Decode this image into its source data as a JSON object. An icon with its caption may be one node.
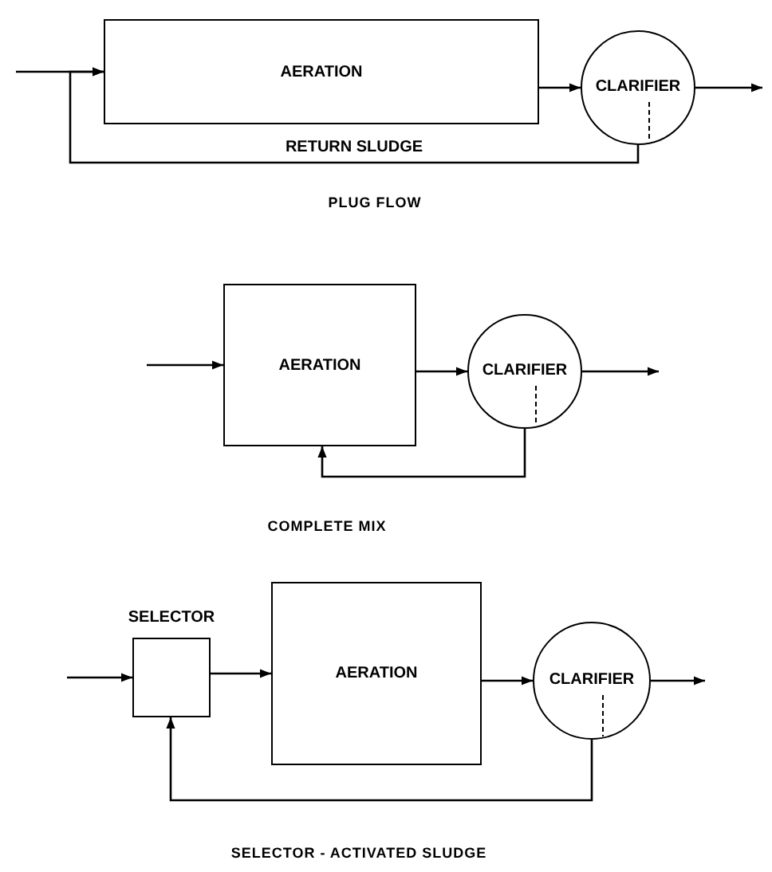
{
  "diagram": {
    "nodes": [
      {
        "text": [
          "AERATION"
        ]
      },
      {
        "text": [
          "CLARIFIER"
        ]
      },
      {
        "text": [
          "AERATION"
        ]
      },
      {
        "text": [
          "CLARIFIER"
        ]
      },
      {
        "text": [
          "SELECTOR"
        ]
      },
      {
        "text": [
          "AERATION"
        ]
      },
      {
        "text": [
          "CLARIFIER"
        ]
      }
    ],
    "edges": [
      {
        "from": null,
        "to": 0,
        "arrow": "to"
      },
      {
        "from": 0,
        "to": 1,
        "arrow": "to"
      },
      {
        "from": 1,
        "to": null,
        "arrow": "to"
      },
      {
        "from": 1,
        "to": 0,
        "arrow": "to",
        "label": "RETURN SLUDGE"
      },
      {
        "from": null,
        "to": 2,
        "arrow": "to"
      },
      {
        "from": 2,
        "to": 3,
        "arrow": "to"
      },
      {
        "from": 3,
        "to": null,
        "arrow": "to"
      },
      {
        "from": 3,
        "to": 2,
        "arrow": "to"
      },
      {
        "from": null,
        "to": 4,
        "arrow": "to"
      },
      {
        "from": 4,
        "to": 5,
        "arrow": "to"
      },
      {
        "from": 5,
        "to": 6,
        "arrow": "to"
      },
      {
        "from": 6,
        "to": null,
        "arrow": "to"
      },
      {
        "from": 6,
        "to": 4,
        "arrow": "to"
      }
    ],
    "labels": [
      "PLUG FLOW",
      "COMPLETE MIX",
      "SELECTOR - ACTIVATED SLUDGE"
    ]
  }
}
